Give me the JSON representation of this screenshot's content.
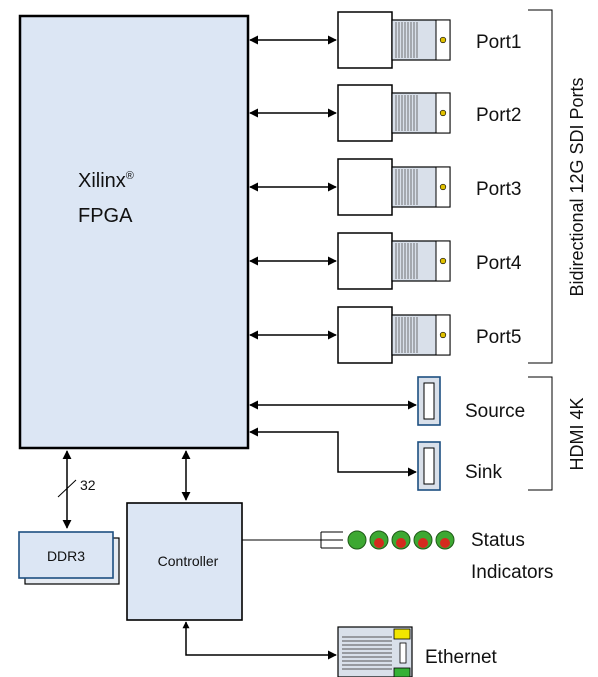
{
  "fpga": {
    "name": "Xilinx",
    "reg_mark": "®",
    "type": "FPGA"
  },
  "memory": {
    "label": "DDR3",
    "bus_width": "32"
  },
  "controller": {
    "label": "Controller"
  },
  "sdi": {
    "group_label": "Bidirectional 12G SDI Ports",
    "ports": [
      {
        "label": "Port1"
      },
      {
        "label": "Port2"
      },
      {
        "label": "Port3"
      },
      {
        "label": "Port4"
      },
      {
        "label": "Port5"
      }
    ]
  },
  "hdmi": {
    "group_label": "HDMI 4K",
    "source_label": "Source",
    "sink_label": "Sink"
  },
  "status": {
    "line1": "Status",
    "line2": "Indicators",
    "leds": [
      {
        "color": "#3da832"
      },
      {
        "color": "#d42a1e"
      },
      {
        "color": "#d42a1e"
      },
      {
        "color": "#d42a1e"
      },
      {
        "color": "#d42a1e"
      }
    ]
  },
  "ethernet": {
    "label": "Ethernet"
  },
  "colors": {
    "block_fill": "#dce6f4",
    "connector_body": "#d9e0ea",
    "line": "#000000"
  }
}
